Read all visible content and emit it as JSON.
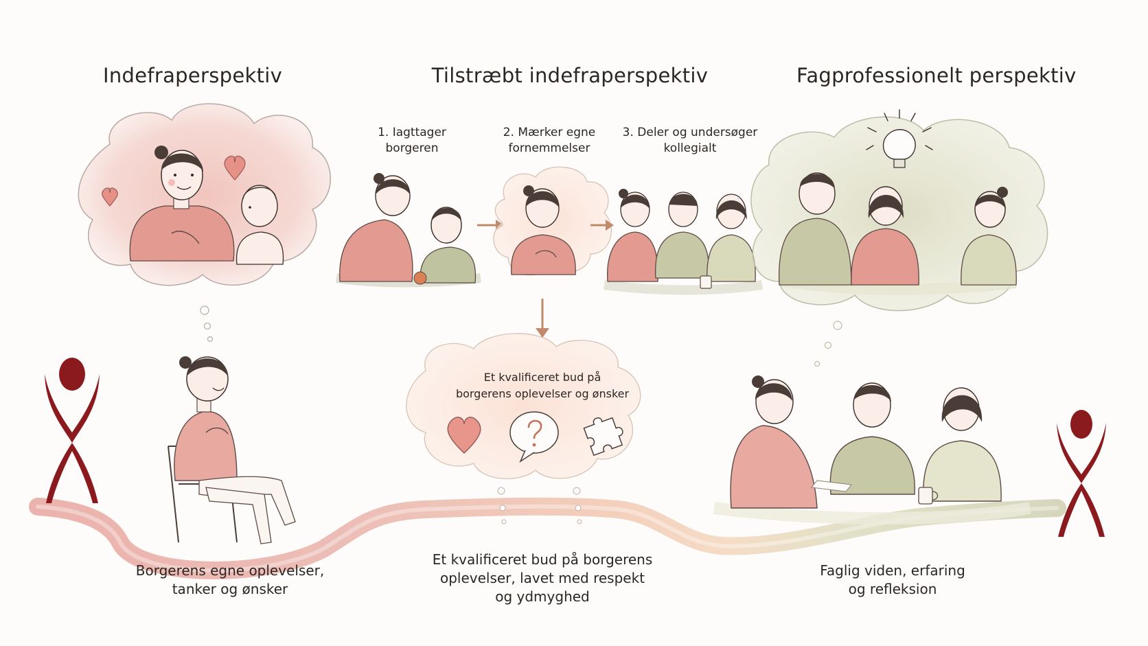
{
  "headings": {
    "left": "Indefraperspektiv",
    "center": "Tilstræbt indefraperspektiv",
    "right": "Fagprofessionelt perspektiv"
  },
  "steps": [
    {
      "line1": "1.  Iagttager",
      "line2": "borgeren"
    },
    {
      "line1": "2.  Mærker egne",
      "line2": "fornemmelser"
    },
    {
      "line1": "3.  Deler og undersøger",
      "line2": "kollegialt"
    }
  ],
  "result_cloud": {
    "line1": "Et kvalificeret bud på",
    "line2": "borgerens oplevelser og ønsker",
    "icons": [
      "heart-icon",
      "question-bubble-icon",
      "puzzle-icon"
    ]
  },
  "captions": {
    "left": {
      "line1": "Borgerens egne oplevelser,",
      "line2": "tanker og ønsker"
    },
    "center": {
      "line1": "Et kvalificeret bud på borgerens",
      "line2": "oplevelser, lavet med respekt",
      "line3": "og ydmyghed"
    },
    "right": {
      "line1": "Faglig viden, erfaring",
      "line2": "og refleksion"
    }
  },
  "colors": {
    "rose": "#d98c84",
    "rose_light": "#f3d3cc",
    "peach": "#f5dccb",
    "sage": "#c9cba8",
    "sage_light": "#e4e4cf",
    "logo_red": "#8b1a1e",
    "ink": "#2b2623",
    "arrow": "#c08a6c"
  }
}
